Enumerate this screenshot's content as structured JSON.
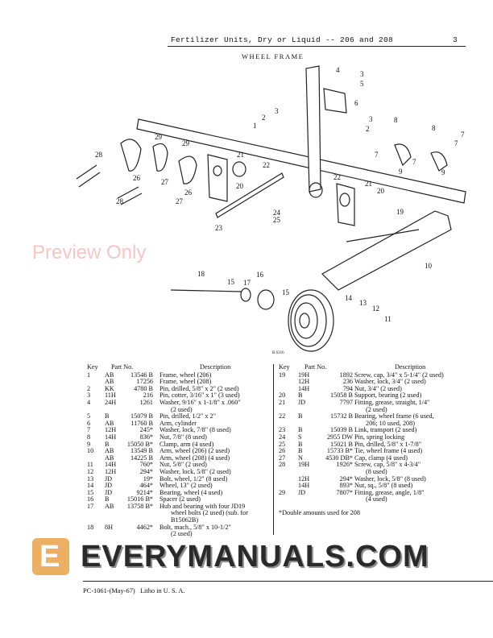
{
  "header": {
    "title": "Fertilizer Units, Dry or Liquid -- 206 and 208",
    "page_number": "3"
  },
  "section_title": "WHEEL FRAME",
  "diagram": {
    "figure_id": "B 6316",
    "callouts": [
      "4",
      "3",
      "5",
      "6",
      "2",
      "3",
      "3",
      "2",
      "1",
      "8",
      "8",
      "7",
      "7",
      "7",
      "7",
      "9",
      "9",
      "29",
      "29",
      "28",
      "26",
      "27",
      "26",
      "28",
      "27",
      "21",
      "22",
      "20",
      "22",
      "21",
      "20",
      "19",
      "24",
      "25",
      "23",
      "10",
      "18",
      "15",
      "17",
      "16",
      "15",
      "14",
      "13",
      "12",
      "11"
    ]
  },
  "table": {
    "headers": {
      "key": "Key",
      "part": "Part No.",
      "desc": "Description"
    },
    "left": [
      {
        "key": "1",
        "prefix": "AB",
        "number": "13546 B",
        "desc": [
          "Frame, wheel (206)"
        ]
      },
      {
        "key": "",
        "prefix": "AB",
        "number": "17256",
        "desc": [
          "Frame, wheel (208)"
        ]
      },
      {
        "key": "2",
        "prefix": "KK",
        "number": "4780 B",
        "desc": [
          "Pin, drilled, 5/8\" x 2\" (2 used)"
        ]
      },
      {
        "key": "3",
        "prefix": "11H",
        "number": "216",
        "desc": [
          "Pin, cotter, 3/16\" x 1\" (3 used)"
        ]
      },
      {
        "key": "4",
        "prefix": "24H",
        "number": "1261",
        "desc": [
          "Washer, 9/16\" x 1-1/8\" x .060\"",
          "(2 used)"
        ]
      },
      {
        "key": "5",
        "prefix": "B",
        "number": "15079 B",
        "desc": [
          "Pin, drilled, 1/2\" x 2\""
        ]
      },
      {
        "key": "6",
        "prefix": "AB",
        "number": "11760 B",
        "desc": [
          "Arm, cylinder"
        ]
      },
      {
        "key": "7",
        "prefix": "12H",
        "number": "245*",
        "desc": [
          "Washer, lock, 7/8\" (8 used)"
        ]
      },
      {
        "key": "8",
        "prefix": "14H",
        "number": "836*",
        "desc": [
          "Nut, 7/8\" (8 used)"
        ]
      },
      {
        "key": "9",
        "prefix": "B",
        "number": "15050 B*",
        "desc": [
          "Clamp, arm (4 used)"
        ]
      },
      {
        "key": "10",
        "prefix": "AB",
        "number": "13549 B",
        "desc": [
          "Arm, wheel (206) (2 used)"
        ]
      },
      {
        "key": "",
        "prefix": "AB",
        "number": "14225 B",
        "desc": [
          "Arm, wheel (208) (4 used)"
        ]
      },
      {
        "key": "11",
        "prefix": "14H",
        "number": "760*",
        "desc": [
          "Nut, 5/8\" (2 used)"
        ]
      },
      {
        "key": "12",
        "prefix": "12H",
        "number": "294*",
        "desc": [
          "Washer, lock, 5/8\" (2 used)"
        ]
      },
      {
        "key": "13",
        "prefix": "JD",
        "number": "19*",
        "desc": [
          "Bolt, wheel, 1/2\" (8 used)"
        ]
      },
      {
        "key": "14",
        "prefix": "JD",
        "number": "464*",
        "desc": [
          "Wheel, 13\" (2 used)"
        ]
      },
      {
        "key": "15",
        "prefix": "JD",
        "number": "9214*",
        "desc": [
          "Bearing, wheel (4 used)"
        ]
      },
      {
        "key": "16",
        "prefix": "B",
        "number": "15016 B*",
        "desc": [
          "Spacer (2 used)"
        ]
      },
      {
        "key": "17",
        "prefix": "AB",
        "number": "13758 B*",
        "desc": [
          "Hub and bearing with four JD19",
          "wheel bolts (2 used) (sub. for",
          "B15062B)"
        ]
      },
      {
        "key": "18",
        "prefix": "8H",
        "number": "4462*",
        "desc": [
          "Bolt, mach., 5/8\" x 10-1/2\"",
          "(2 used)"
        ]
      }
    ],
    "right": [
      {
        "key": "19",
        "prefix": "19H",
        "number": "1892",
        "desc": [
          "Screw, cap, 3/4\" x 5-1/4\" (2 used)"
        ]
      },
      {
        "key": "",
        "prefix": "12H",
        "number": "236",
        "desc": [
          "Washer, lock, 3/4\" (2 used)"
        ]
      },
      {
        "key": "",
        "prefix": "14H",
        "number": "794",
        "desc": [
          "Nut, 3/4\" (2 used)"
        ]
      },
      {
        "key": "20",
        "prefix": "B",
        "number": "15058 B",
        "desc": [
          "Support, bearing (2 used)"
        ]
      },
      {
        "key": "21",
        "prefix": "JD",
        "number": "7797",
        "desc": [
          "Fitting, grease, straight, 1/4\"",
          "(2 used)"
        ]
      },
      {
        "key": "22",
        "prefix": "B",
        "number": "15732 B",
        "desc": [
          "Bearing, wheel frame (6 used,",
          "206; 10 used, 208)"
        ]
      },
      {
        "key": "23",
        "prefix": "B",
        "number": "15039 B",
        "desc": [
          "Link, transport (2 used)"
        ]
      },
      {
        "key": "24",
        "prefix": "S",
        "number": "2955 DW",
        "desc": [
          "Pin, spring locking"
        ]
      },
      {
        "key": "25",
        "prefix": "B",
        "number": "15021 B",
        "desc": [
          "Pin, drilled, 5/8\" x 1-7/8\""
        ]
      },
      {
        "key": "26",
        "prefix": "B",
        "number": "15733 B*",
        "desc": [
          "Tie, wheel frame (4 used)"
        ]
      },
      {
        "key": "27",
        "prefix": "N",
        "number": "4530 DB*",
        "desc": [
          "Cap, clamp (4 used)"
        ]
      },
      {
        "key": "28",
        "prefix": "19H",
        "number": "1926*",
        "desc": [
          "Screw, cap, 5/8\" x 4-3/4\"",
          "(8 used)"
        ]
      },
      {
        "key": "",
        "prefix": "12H",
        "number": "294*",
        "desc": [
          "Washer, lock, 5/8\" (8 used)"
        ]
      },
      {
        "key": "",
        "prefix": "14H",
        "number": "893*",
        "desc": [
          "Nut, sq., 5/8\" (8 used)"
        ]
      },
      {
        "key": "29",
        "prefix": "JD",
        "number": "7807*",
        "desc": [
          "Fitting, grease, angle, 1/8\"",
          "(4 used)"
        ]
      }
    ],
    "footnote": "*Double amounts used for 208"
  },
  "footer": {
    "text": "PC-1061-(May-67)   Litho in U. S. A."
  },
  "watermark": {
    "text": "EVERYMANUALS.COM",
    "logo_letter": "E",
    "preview": "Preview Only",
    "logo_color": "#e9a24a"
  }
}
